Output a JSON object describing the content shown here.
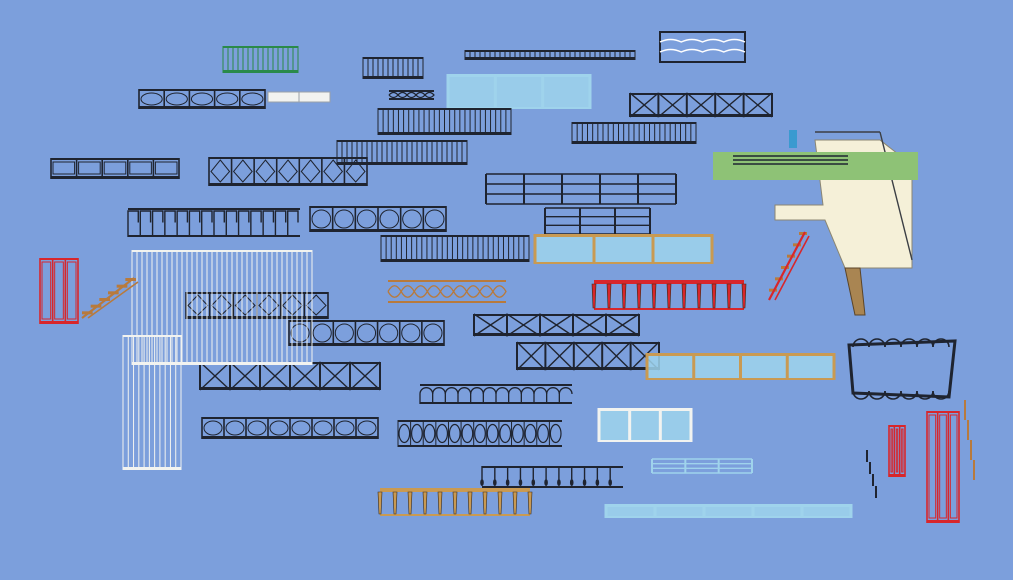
{
  "scene": {
    "background": "#7c9fdc",
    "palette": {
      "iron": "#1f2430",
      "wood": "#c99a52",
      "glass": "#9fd3ec",
      "red": "#d8262b",
      "white": "#f2f3f0",
      "green": "#2a8a4a",
      "cream": "#f5f0d8",
      "grass": "#8ec276",
      "copper": "#b87a3c"
    },
    "items": [
      {
        "name": "railing-green-panel",
        "style": "vertical",
        "color": "green"
      },
      {
        "name": "railing-small-fence-a",
        "style": "vertical",
        "color": "iron"
      },
      {
        "name": "railing-long-bar",
        "style": "vertical",
        "color": "iron"
      },
      {
        "name": "railing-wave-frame",
        "style": "wave",
        "color": "iron"
      },
      {
        "name": "railing-white-slab",
        "style": "slab",
        "color": "white"
      },
      {
        "name": "railing-glass-top",
        "style": "glass",
        "color": "glass"
      },
      {
        "name": "railing-curved-scroll",
        "style": "scroll",
        "color": "iron"
      },
      {
        "name": "railing-x-pattern-top-right",
        "style": "x",
        "color": "iron"
      },
      {
        "name": "railing-ornate-left",
        "style": "ornate",
        "color": "iron"
      },
      {
        "name": "railing-vertical-bars-center",
        "style": "vertical",
        "color": "iron"
      },
      {
        "name": "railing-grey-grid-right",
        "style": "vertical",
        "color": "iron"
      },
      {
        "name": "railing-double-panel-left",
        "style": "panel",
        "color": "iron"
      },
      {
        "name": "railing-frame-center",
        "style": "vertical",
        "color": "iron"
      },
      {
        "name": "railing-lattice-left",
        "style": "lattice",
        "color": "iron"
      },
      {
        "name": "railing-horizontal-bars",
        "style": "horizontal",
        "color": "iron"
      },
      {
        "name": "railing-hook-pattern",
        "style": "hook",
        "color": "iron"
      },
      {
        "name": "railing-diamond-center",
        "style": "ornate",
        "color": "iron"
      },
      {
        "name": "railing-bench-frame",
        "style": "horizontal",
        "color": "iron"
      },
      {
        "name": "railing-plain-bars",
        "style": "vertical",
        "color": "iron"
      },
      {
        "name": "railing-wood-glass",
        "style": "glass",
        "color": "wood"
      },
      {
        "name": "railing-copper-scroll",
        "style": "scroll",
        "color": "copper"
      },
      {
        "name": "railing-red-balusters",
        "style": "baluster",
        "color": "red"
      },
      {
        "name": "railing-lattice-mid",
        "style": "lattice",
        "color": "iron"
      },
      {
        "name": "railing-x-frame-mid",
        "style": "x",
        "color": "iron"
      },
      {
        "name": "railing-circle-pattern",
        "style": "ornate",
        "color": "iron"
      },
      {
        "name": "railing-diagonal-cross",
        "style": "x",
        "color": "iron"
      },
      {
        "name": "railing-arched",
        "style": "arch",
        "color": "iron"
      },
      {
        "name": "railing-glass-wood-long",
        "style": "glass",
        "color": "wood"
      },
      {
        "name": "railing-cross-bottom-left",
        "style": "x",
        "color": "iron"
      },
      {
        "name": "railing-spiral-balusters",
        "style": "spiral",
        "color": "iron"
      },
      {
        "name": "railing-white-glass-box",
        "style": "glass",
        "color": "white"
      },
      {
        "name": "railing-drop-pendants",
        "style": "pendant",
        "color": "iron"
      },
      {
        "name": "railing-blue-rails",
        "style": "horizontal",
        "color": "glass"
      },
      {
        "name": "railing-ornate-bottom",
        "style": "ornate",
        "color": "iron"
      },
      {
        "name": "railing-wood-balusters",
        "style": "baluster",
        "color": "wood"
      },
      {
        "name": "railing-glass-flat-long",
        "style": "glass",
        "color": "glass"
      },
      {
        "name": "railing-white-l-corner",
        "style": "vertical",
        "color": "white"
      },
      {
        "name": "railing-white-diagonal",
        "style": "vertical",
        "color": "white"
      },
      {
        "name": "railing-red-panel-left",
        "style": "panel",
        "color": "red"
      },
      {
        "name": "railing-wood-stair-small",
        "style": "stair",
        "color": "copper"
      },
      {
        "name": "railing-arched-enclosure",
        "style": "enclosure",
        "color": "iron"
      },
      {
        "name": "railing-red-posts-right",
        "style": "panel",
        "color": "red"
      },
      {
        "name": "railing-red-tall-right",
        "style": "panel",
        "color": "red"
      },
      {
        "name": "railing-small-post-right",
        "style": "post",
        "color": "copper"
      },
      {
        "name": "railing-tiny-posts",
        "style": "post",
        "color": "iron"
      },
      {
        "name": "platform-with-stairs",
        "style": "platform",
        "color": "cream"
      },
      {
        "name": "lawn-with-fence",
        "style": "lawn",
        "color": "grass"
      },
      {
        "name": "stair-red-frame",
        "style": "stair",
        "color": "red"
      }
    ]
  }
}
